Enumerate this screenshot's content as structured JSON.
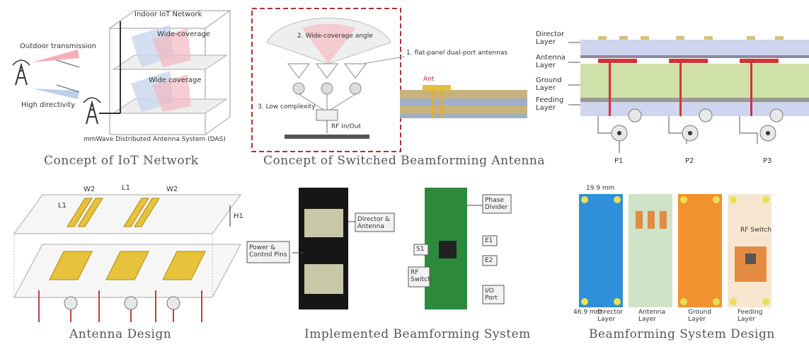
{
  "captions": {
    "iot": "Concept of IoT Network",
    "switched": "Concept of Switched Beamforming Antenna",
    "antenna_design": "Antenna Design",
    "implemented": "Implemented Beamforming System",
    "system_design": "Beamforming System Design"
  },
  "iot": {
    "indoor": "Indoor IoT Network",
    "outdoor": "Outdoor transmission",
    "high_dir": "High directivity",
    "wide1": "Wide-coverage",
    "wide2": "Wide coverage",
    "das": "mmWave Distributed Antenna System (DAS)"
  },
  "switched": {
    "wide": "2. Wide-coverage angle",
    "flat": "1. flat-panel dual-port antennas",
    "low": "3. Low complexity",
    "rf": "RF In/Out",
    "ant": "Ant"
  },
  "stackup": {
    "director": "Director Layer",
    "antenna": "Antenna Layer",
    "ground": "Ground Layer",
    "feeding": "Feeding Layer",
    "p1": "P1",
    "p2": "P2",
    "p3": "P3"
  },
  "antdesign": {
    "w2a": "W2",
    "l1a": "L1",
    "w2b": "W2",
    "l1b": "L1",
    "h1": "H1"
  },
  "implemented": {
    "power": "Power & Control Pins",
    "director": "Director & Antenna",
    "phase": "Phase Divider",
    "e1": "E1",
    "e2": "E2",
    "s1": "S1",
    "rf": "RF Switch",
    "io": "I/O Port"
  },
  "sysdesign": {
    "dim_w": "19.9 mm",
    "dim_h": "46.9 mm",
    "director": "Director Layer",
    "antenna": "Antenna Layer",
    "ground": "Ground Layer",
    "feeding": "Feeding Layer",
    "rf": "RF Switch"
  }
}
